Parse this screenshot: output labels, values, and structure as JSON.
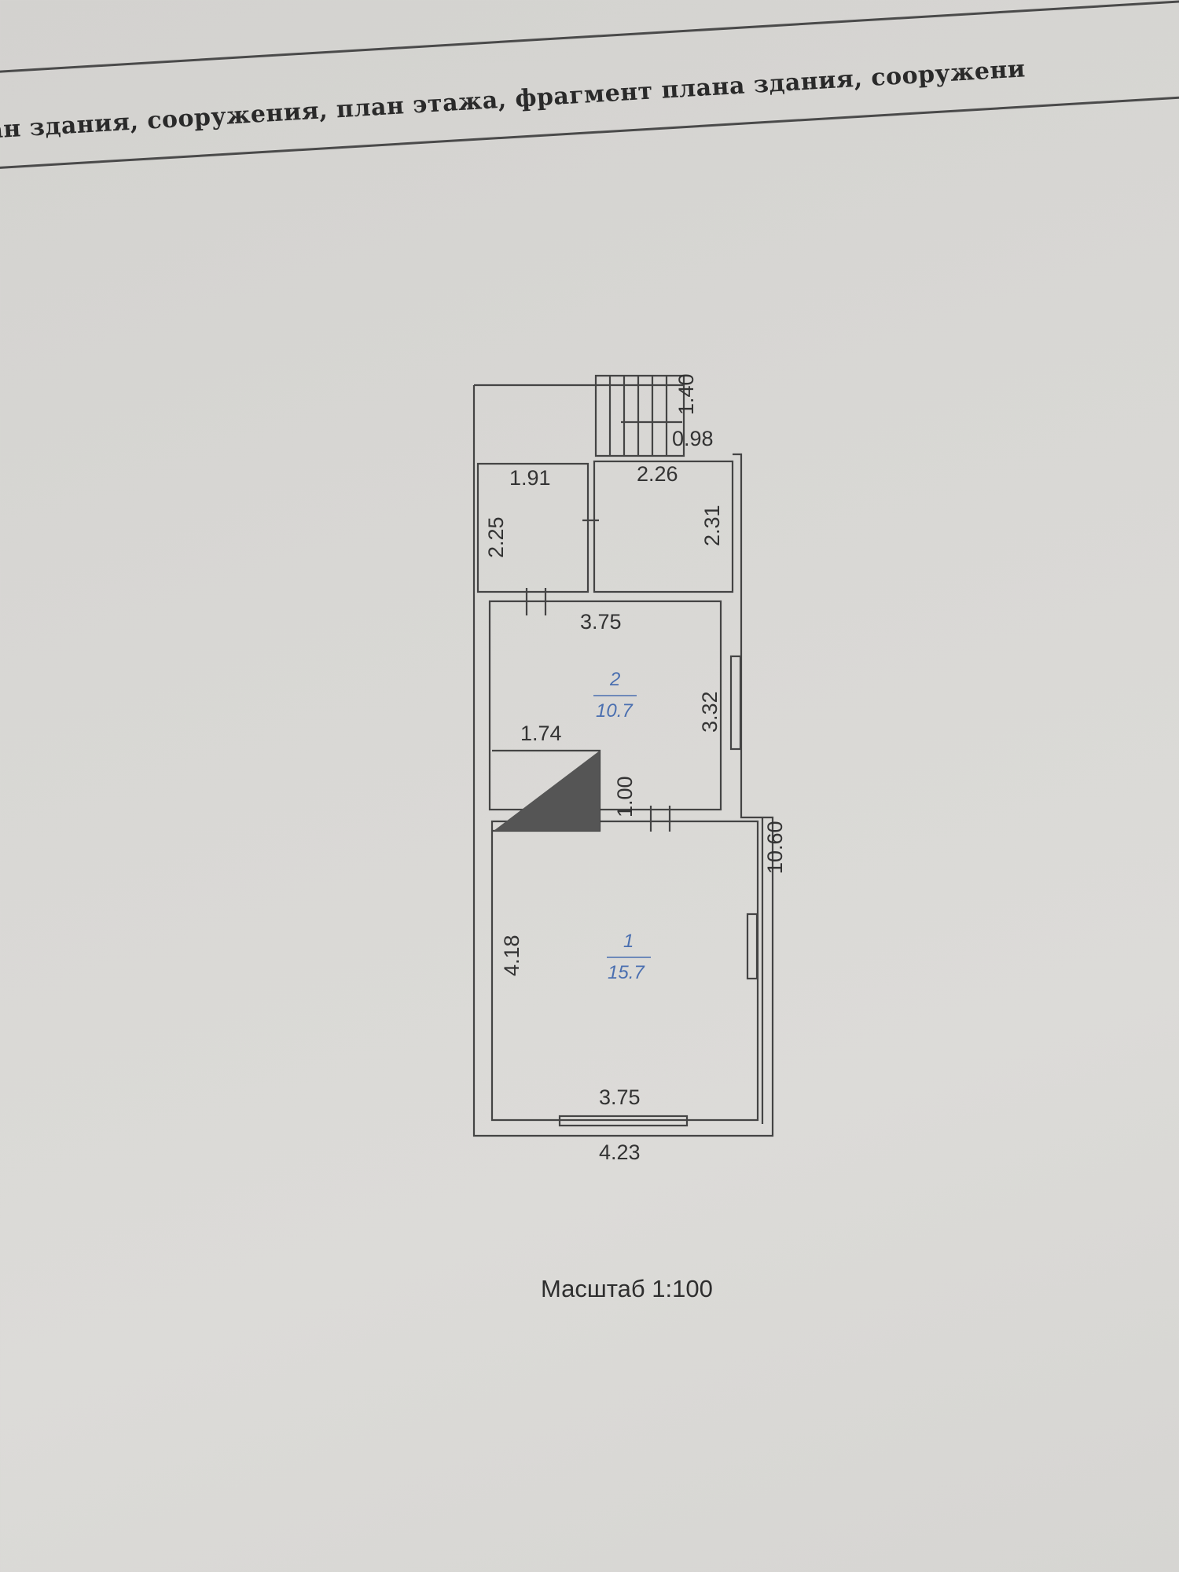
{
  "header": {
    "title_fragment": "ан здания, сооружения, план этажа, фрагмент плана здания, сооружени"
  },
  "plan": {
    "dimensions": {
      "stair_length": "1.40",
      "stair_width": "0.98",
      "porch_left_width": "1.91",
      "porch_right_width": "2.26",
      "porch_left_depth": "2.25",
      "porch_right_depth": "2.31",
      "room2_width": "3.75",
      "room2_depth": "3.32",
      "stairwell_width": "1.74",
      "stairwell_depth": "1.00",
      "total_length": "10.60",
      "room1_depth": "4.18",
      "room1_width": "3.75",
      "outer_width": "4.23"
    },
    "rooms": [
      {
        "number": "2",
        "area": "10.7"
      },
      {
        "number": "1",
        "area": "15.7"
      }
    ]
  },
  "footer": {
    "scale": "Масштаб 1:100"
  }
}
